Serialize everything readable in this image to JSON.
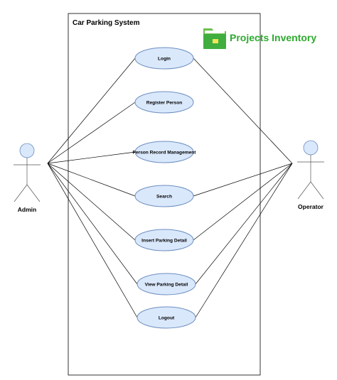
{
  "system": {
    "title": "Car Parking System"
  },
  "logo": {
    "text": "Projects Inventory",
    "text_color": "#2eaa2e",
    "icon": "folder-icon",
    "icon_color": "#3fae3f"
  },
  "colors": {
    "use_case_fill": "#dae8fc",
    "use_case_stroke": "#6c8ebf"
  },
  "actors": [
    {
      "id": "admin",
      "label": "Admin"
    },
    {
      "id": "operator",
      "label": "Operator"
    }
  ],
  "use_cases": [
    {
      "id": "login",
      "label": "Login"
    },
    {
      "id": "register-person",
      "label": "Register Person"
    },
    {
      "id": "person-record-management",
      "label": "Person Record Management"
    },
    {
      "id": "search",
      "label": "Search"
    },
    {
      "id": "insert-parking-detail",
      "label": "Insert Parking Detail"
    },
    {
      "id": "view-parking-detail",
      "label": "View Parking Detail"
    },
    {
      "id": "logout",
      "label": "Logout"
    }
  ],
  "associations": [
    {
      "actor": "admin",
      "use_case": "login"
    },
    {
      "actor": "admin",
      "use_case": "register-person"
    },
    {
      "actor": "admin",
      "use_case": "person-record-management"
    },
    {
      "actor": "admin",
      "use_case": "search"
    },
    {
      "actor": "admin",
      "use_case": "insert-parking-detail"
    },
    {
      "actor": "admin",
      "use_case": "view-parking-detail"
    },
    {
      "actor": "admin",
      "use_case": "logout"
    },
    {
      "actor": "operator",
      "use_case": "login"
    },
    {
      "actor": "operator",
      "use_case": "search"
    },
    {
      "actor": "operator",
      "use_case": "insert-parking-detail"
    },
    {
      "actor": "operator",
      "use_case": "view-parking-detail"
    },
    {
      "actor": "operator",
      "use_case": "logout"
    }
  ]
}
